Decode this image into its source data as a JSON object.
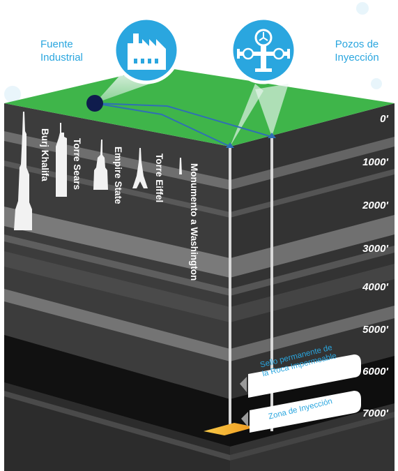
{
  "labels": {
    "source": "Fuente Industrial",
    "injection_wells": "Pozos de Inyección",
    "seal": "Sello permanente de la Roca Impermeable",
    "seal_line1": "Sello permanente de",
    "seal_line2": "la Roca Impermeable",
    "injection_zone": "Zona de Inyección"
  },
  "depth_marks": [
    "0'",
    "1000'",
    "2000'",
    "3000'",
    "4000'",
    "5000'",
    "6000'",
    "7000'"
  ],
  "buildings": [
    "Burj Khalifa",
    "Torre Sears",
    "Empire State",
    "Torre Eiffel",
    "Monumento a Washington"
  ],
  "icons": [
    "factory-icon",
    "wellhead-valve-icon"
  ],
  "colors": {
    "accent": "#2aa6df",
    "ground_green": "#3fb54a",
    "layer_dark": "#3b3b3b",
    "layer_light": "#7c7c7c",
    "injection_zone": "#f5b82e"
  }
}
